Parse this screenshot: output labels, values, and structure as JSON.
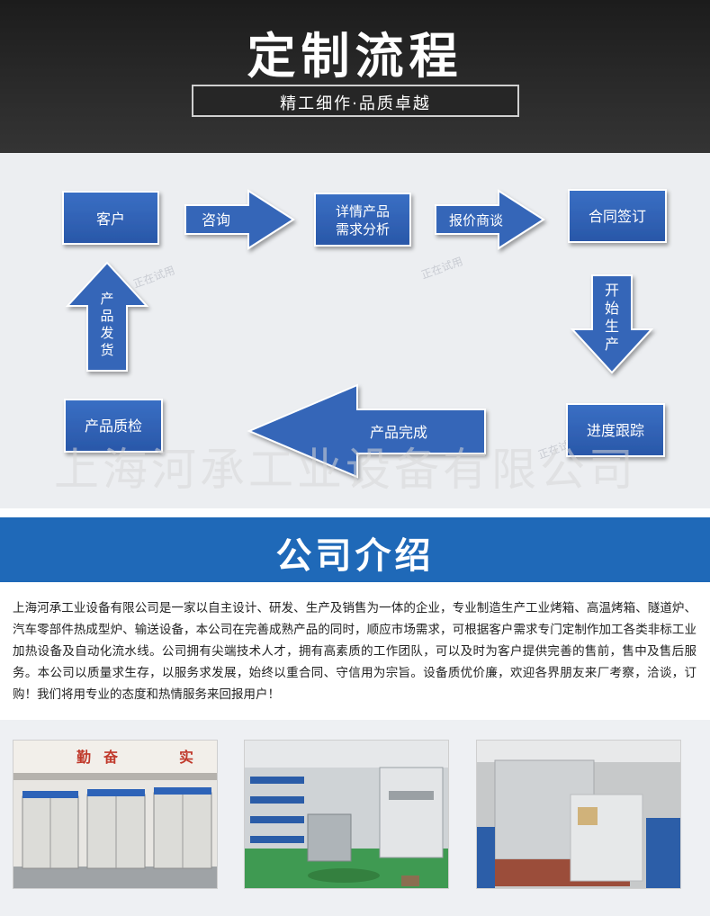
{
  "header": {
    "title": "定制流程",
    "subtitle": "精工细作·品质卓越"
  },
  "flow": {
    "steps": {
      "customer": "客户",
      "detail_line1": "详情产品",
      "detail_line2": "需求分析",
      "contract": "合同签订",
      "tracking": "进度跟踪",
      "quality": "产品质检"
    },
    "arrows": {
      "consult": "咨询",
      "quote": "报价商谈",
      "produce_chars": [
        "开",
        "始",
        "生",
        "产"
      ],
      "complete": "产品完成",
      "ship_chars": [
        "产",
        "品",
        "发",
        "货"
      ]
    },
    "watermark_small": "正在试用",
    "watermark_big": "上海河承工业设备有限公司"
  },
  "company": {
    "title": "公司介绍",
    "intro": "上海河承工业设备有限公司是一家以自主设计、研发、生产及销售为一体的企业，专业制造生产工业烤箱、高温烤箱、隧道炉、汽车零部件热成型炉、输送设备，本公司在完善成熟产品的同时，顺应市场需求，可根据客户需求专门定制作加工各类非标工业加热设备及自动化流水线。公司拥有尖端技术人才，拥有高素质的工作团队，可以及时为客户提供完善的售前，售中及售后服务。本公司以质量求生存，以服务求发展，始终以重合同、守信用为宗旨。设备质优价廉，欢迎各界朋友来厂考察，洽谈，订购！我们将用专业的态度和热情服务来回报用户！"
  },
  "photos": {
    "banner_chars": [
      "勤",
      "奋",
      "实"
    ]
  },
  "colors": {
    "step_blue": "#2f62b5",
    "accent_blue": "#1f69b8",
    "header_dark": "#222222"
  }
}
